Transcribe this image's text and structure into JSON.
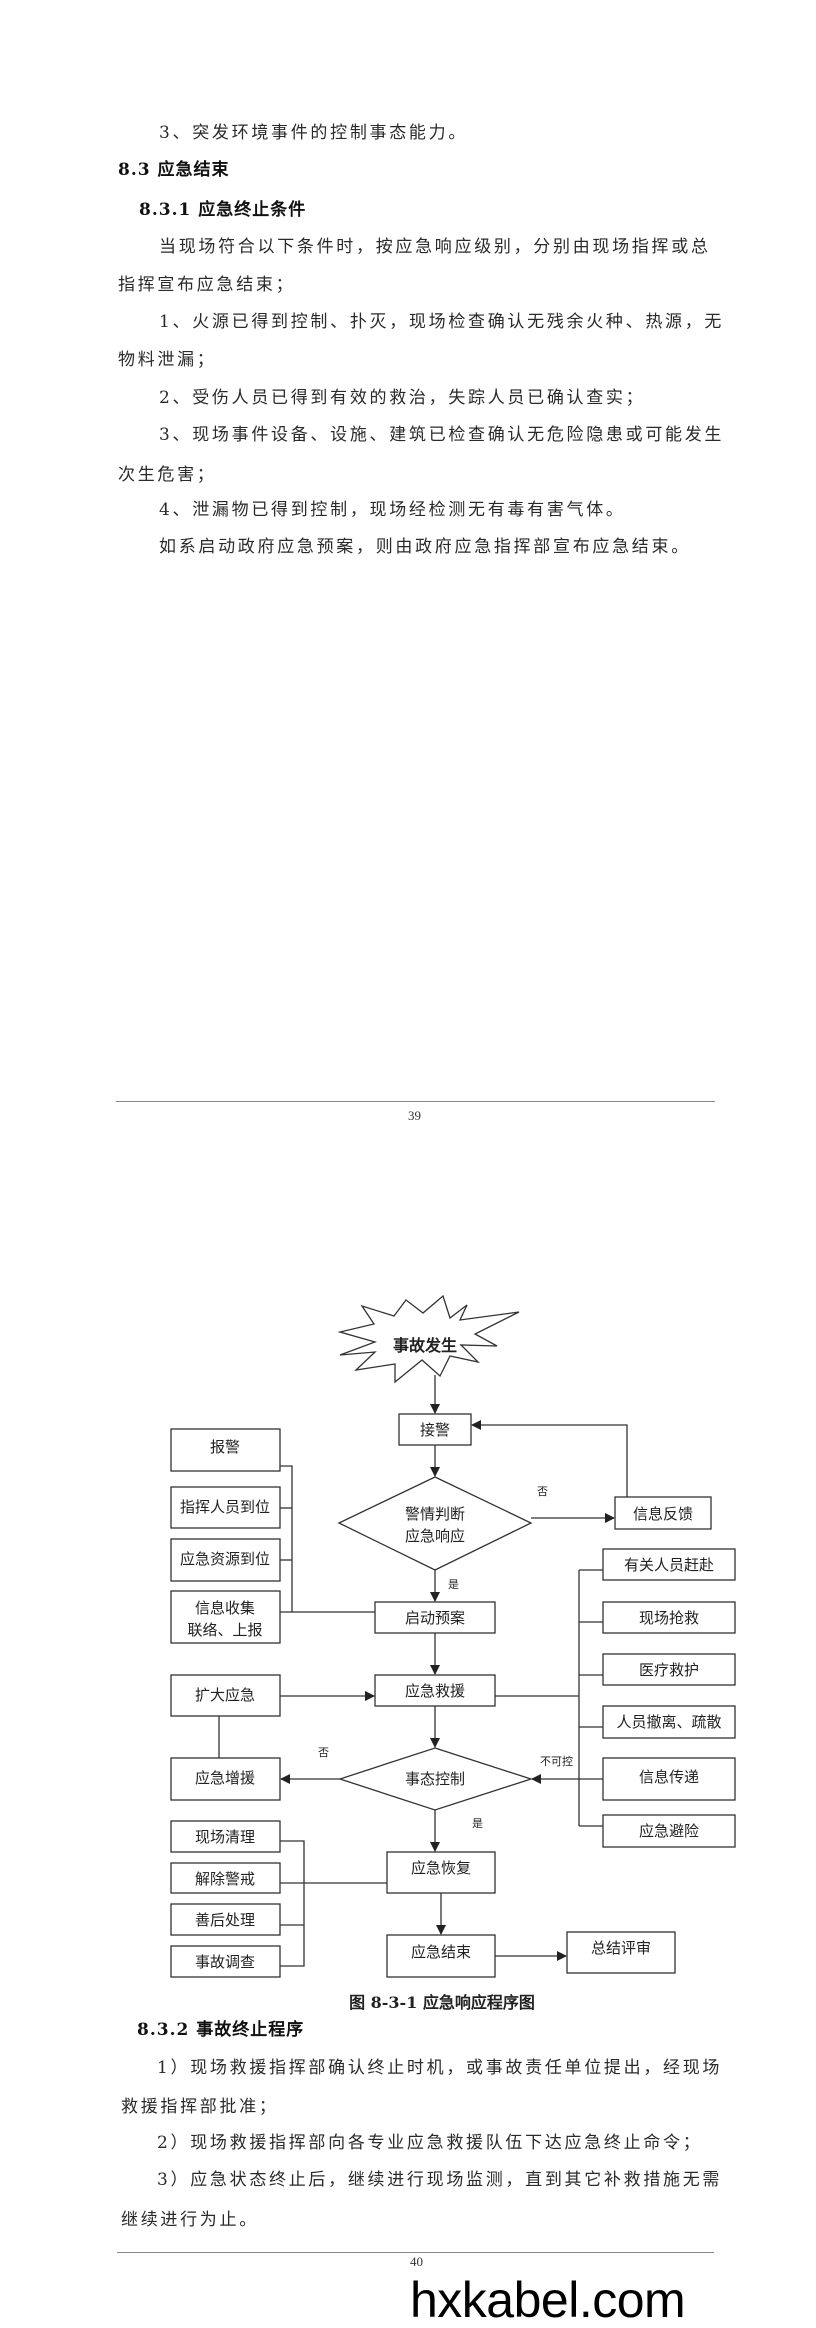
{
  "page1": {
    "intro_line": "3、突发环境事件的控制事态能力。",
    "section_heading": "8.3 应急结束",
    "subsection_heading": "8.3.1 应急终止条件",
    "lines": [
      "当现场符合以下条件时，按应急响应级别，分别由现场指挥或总",
      "指挥宣布应急结束；",
      "1、火源已得到控制、扑灭，现场检查确认无残余火种、热源，无",
      "物料泄漏；",
      "2、受伤人员已得到有效的救治，失踪人员已确认查实；",
      "3、现场事件设备、设施、建筑已检查确认无危险隐患或可能发生",
      "次生危害；",
      "4、泄漏物已得到控制，现场经检测无有毒有害气体。",
      "如系启动政府应急预案，则由政府应急指挥部宣布应急结束。"
    ],
    "page_number": "39"
  },
  "flowchart": {
    "start": "事故发生",
    "receive": "接警",
    "judge_line1": "警情判断",
    "judge_line2": "应急响应",
    "no_label_1": "否",
    "yes_label_1": "是",
    "feedback": "信息反馈",
    "left_group_1": [
      "报警",
      "指挥人员到位",
      "应急资源到位"
    ],
    "info_collect_line1": "信息收集",
    "info_collect_line2": "联络、上报",
    "start_plan": "启动预案",
    "rescue": "应急救援",
    "expand": "扩大应急",
    "right_group": [
      "有关人员赶赴",
      "现场抢救",
      "医疗救护",
      "人员撤离、疏散",
      "信息传递",
      "应急避险"
    ],
    "control": "事态控制",
    "no_label_2": "否",
    "uncontrollable_label": "不可控",
    "yes_label_2": "是",
    "reinforce": "应急增援",
    "recover": "应急恢复",
    "left_group_2": [
      "现场清理",
      "解除警戒",
      "善后处理",
      "事故调查"
    ],
    "end": "应急结束",
    "review": "总结评审",
    "caption": "图 8-3-1 应急响应程序图"
  },
  "page2": {
    "subsection_heading": "8.3.2 事故终止程序",
    "lines": [
      "1）现场救援指挥部确认终止时机，或事故责任单位提出，经现场",
      "救援指挥部批准；",
      "2）现场救援指挥部向各专业应急救援队伍下达应急终止命令；",
      "3）应急状态终止后，继续进行现场监测，直到其它补救措施无需",
      "继续进行为止。"
    ],
    "page_number": "40"
  },
  "watermark": "hxkabel.com"
}
